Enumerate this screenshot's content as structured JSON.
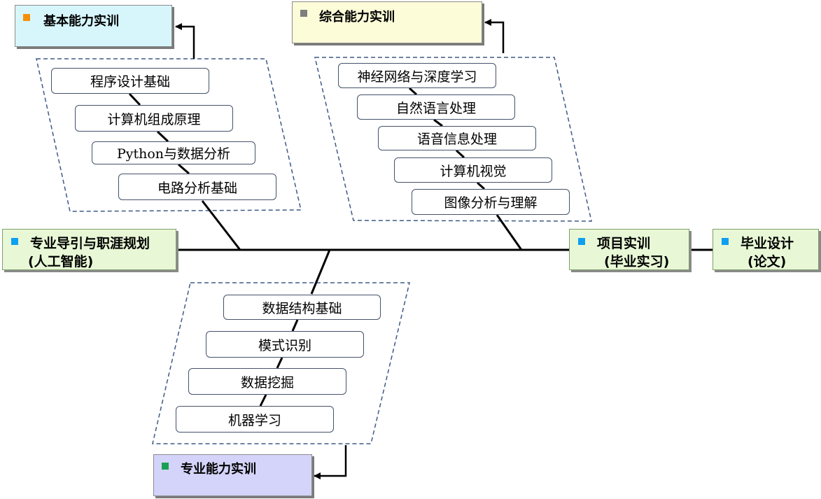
{
  "groups": {
    "basic": {
      "title": "基本能力实训",
      "marker_color": "#f5900a",
      "fill_color": "#d6f6fc",
      "courses": [
        "程序设计基础",
        "计算机组成原理",
        "Python与数据分析",
        "电路分析基础"
      ]
    },
    "comprehensive": {
      "title": "综合能力实训",
      "marker_color": "#7f7f7f",
      "fill_color": "#fcfcd8",
      "courses": [
        "神经网络与深度学习",
        "自然语言处理",
        "语音信息处理",
        "计算机视觉",
        "图像分析与理解"
      ]
    },
    "professional": {
      "title": "专业能力实训",
      "marker_color": "#1aa052",
      "fill_color": "#d4d4fa",
      "courses": [
        "数据结构基础",
        "模式识别",
        "数据挖掘",
        "机器学习"
      ]
    }
  },
  "nodes": {
    "intro": {
      "line1": "专业导引与职涯规划",
      "line2": "(人工智能)"
    },
    "project": {
      "line1": "项目实训",
      "line2": "(毕业实习)"
    },
    "thesis": {
      "line1": "毕业设计",
      "line2": "(论文)"
    }
  },
  "colors": {
    "node_fill": "#e8f8d6",
    "node_marker": "#0ea0f0",
    "dashed_border": "#3e5a86",
    "line": "#000000"
  }
}
